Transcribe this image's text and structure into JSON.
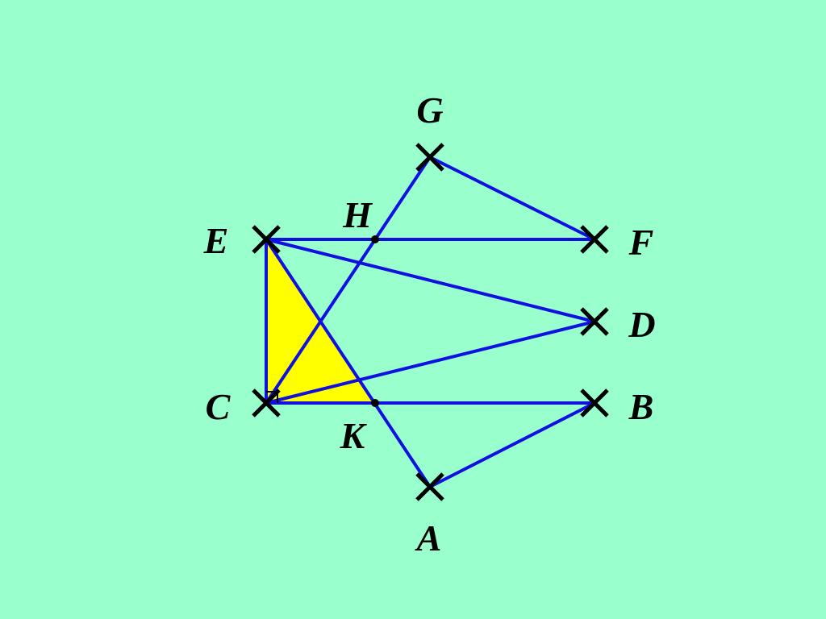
{
  "colors": {
    "background": "#99ffcc",
    "segment": "#1010e0",
    "fill": "#ffff00",
    "marker": "#000000",
    "label": "#000000"
  },
  "points": {
    "G": {
      "label": "G"
    },
    "E": {
      "label": "E"
    },
    "F": {
      "label": "F"
    },
    "H": {
      "label": "H"
    },
    "D": {
      "label": "D"
    },
    "C": {
      "label": "C"
    },
    "K": {
      "label": "K"
    },
    "B": {
      "label": "B"
    },
    "A": {
      "label": "A"
    }
  }
}
